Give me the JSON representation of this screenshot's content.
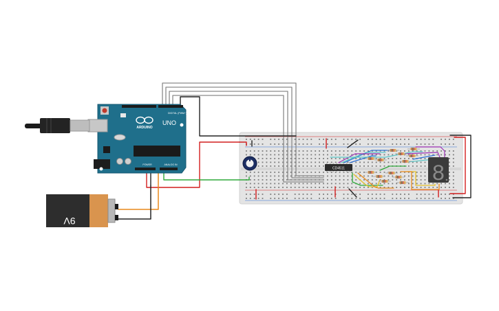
{
  "arduino": {
    "brand_text": "ARDUINO",
    "model_text": "UNO",
    "digital_label": "DIGITAL (PWM~)",
    "power_label": "POWER",
    "analog_label": "ANALOG IN",
    "board_color": "#1f6f8b"
  },
  "battery": {
    "voltage_label": "9V"
  },
  "chip": {
    "label": "CD4511"
  },
  "display": {
    "digit": "8"
  },
  "colors": {
    "wire_black": "#222222",
    "wire_red": "#d21d1d",
    "wire_orange": "#e8891a",
    "wire_green": "#2ea83a",
    "wire_gray": "#8a8a8a",
    "wire_purple": "#9b2fb5",
    "wire_blue": "#2b6fd6",
    "wire_teal": "#5cc6c6",
    "wire_yellow": "#e6c12a",
    "breadboard": "#e6e6e6"
  }
}
